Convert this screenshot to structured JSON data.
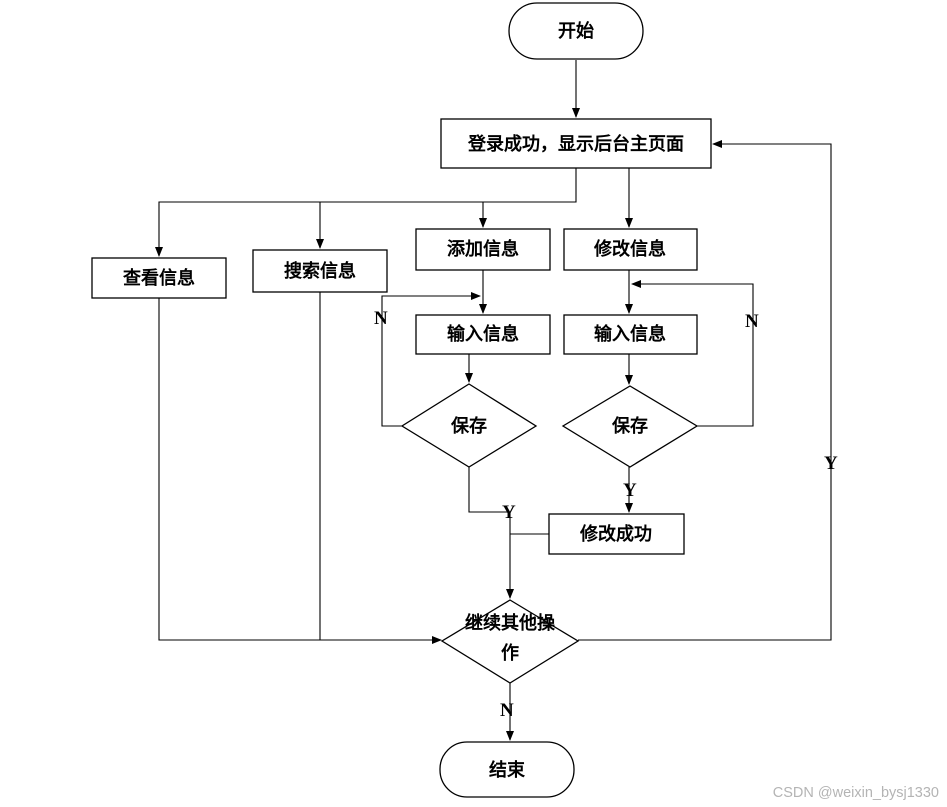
{
  "nodes": {
    "start": "开始",
    "login": "登录成功，显示后台主页面",
    "view": "查看信息",
    "search": "搜索信息",
    "add": "添加信息",
    "modify": "修改信息",
    "input_left": "输入信息",
    "input_right": "输入信息",
    "save_left": "保存",
    "save_right": "保存",
    "modify_success": "修改成功",
    "continue_line1": "继续其他操",
    "continue_line2": "作",
    "end": "结束"
  },
  "edge_labels": {
    "save_left_no": "N",
    "save_left_yes": "Y",
    "save_right_no": "N",
    "save_right_yes": "Y",
    "continue_yes": "Y",
    "continue_no": "N"
  },
  "watermark": "CSDN @weixin_bysj1330"
}
